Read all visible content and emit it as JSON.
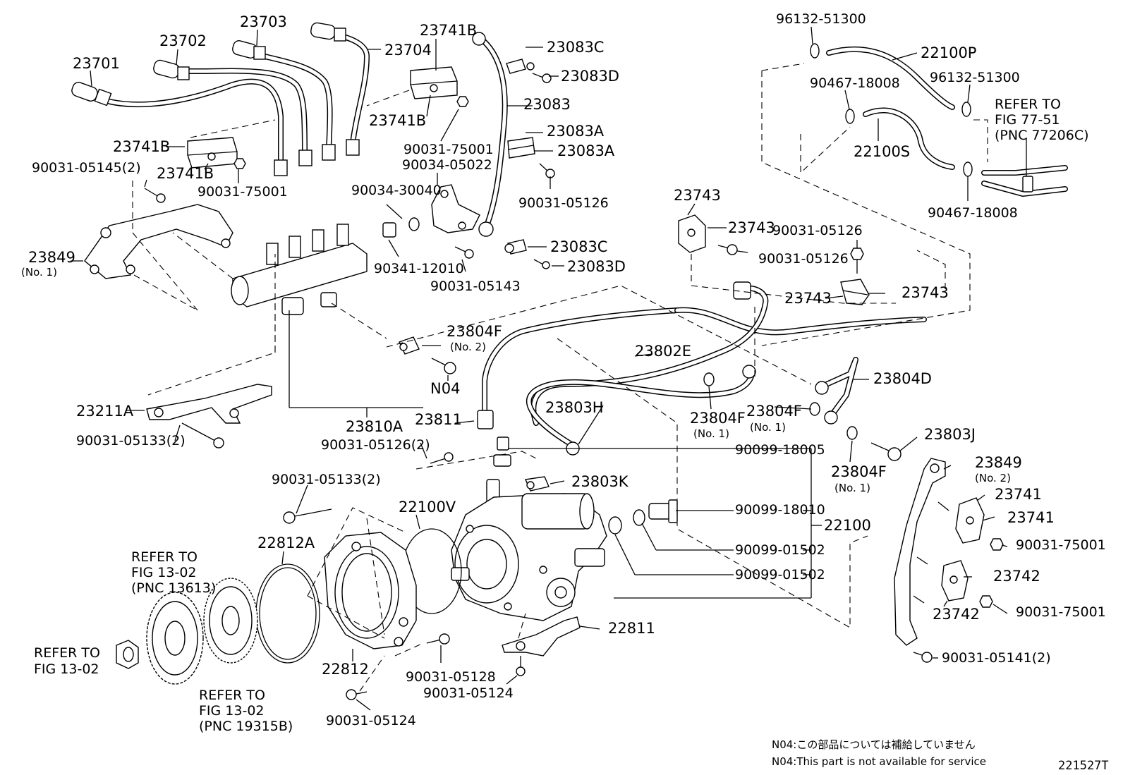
{
  "labels": {
    "p23701": "23701",
    "p23702": "23702",
    "p23703": "23703",
    "p23704": "23704",
    "p23741B_a": "23741B",
    "p23741B_b": "23741B",
    "p23741B_c": "23741B",
    "p23741B_d": "23741B",
    "p23083C_a": "23083C",
    "p23083D_a": "23083D",
    "p23083": "23083",
    "p23083A_a": "23083A",
    "p23083A_b": "23083A",
    "p23083C_b": "23083C",
    "p23083D_b": "23083D",
    "b90031_05145": "90031-05145(2)",
    "b90031_75001_a": "90031-75001",
    "b90031_75001_b": "90031-75001",
    "b90034_05022": "90034-05022",
    "b90034_30040": "90034-30040",
    "b90341_12010": "90341-12010",
    "b90031_05126_a": "90031-05126",
    "b90031_05143": "90031-05143",
    "p23849_1": "23849",
    "p23849_1_sub": "(No. 1)",
    "p23211A": "23211A",
    "b90031_05133_a": "90031-05133(2)",
    "p23804F_2": "23804F",
    "p23804F_2_sub": "(No. 2)",
    "n04": "N04",
    "p23810A": "23810A",
    "p23811": "23811",
    "b90031_05126_2": "90031-05126(2)",
    "b90031_05133_b": "90031-05133(2)",
    "p22100V": "22100V",
    "p22812A": "22812A",
    "ref1302_a_1": "REFER TO",
    "ref1302_a_2": "FIG 13-02",
    "ref1302_a_3": "(PNC 13613)",
    "ref1302_b_1": "REFER TO",
    "ref1302_b_2": "FIG 13-02",
    "ref1302_c_1": "REFER TO",
    "ref1302_c_2": "FIG 13-02",
    "ref1302_c_3": "(PNC 19315B)",
    "p22812": "22812",
    "b90031_05128": "90031-05128",
    "b90031_05124_a": "90031-05124",
    "b90031_05124_b": "90031-05124",
    "p22811": "22811",
    "p23803K": "23803K",
    "p23803H": "23803H",
    "p23802E": "23802E",
    "p23804F_1a": "23804F",
    "p23804F_1a_sub": "(No. 1)",
    "p23804F_1b": "23804F",
    "p23804F_1b_sub": "(No. 1)",
    "p23804F_1c": "23804F",
    "p23804F_1c_sub": "(No. 1)",
    "p23804D": "23804D",
    "p23803J": "23803J",
    "b90099_18005": "90099-18005",
    "b90099_18010": "90099-18010",
    "b90099_01502_a": "90099-01502",
    "b90099_01502_b": "90099-01502",
    "p22100": "22100",
    "p23743_a": "23743",
    "p23743_b": "23743",
    "p23743_c": "23743",
    "p23743_d": "23743",
    "b90031_05126_b": "90031-05126",
    "b90031_05126_c": "90031-05126",
    "b96132_51300_a": "96132-51300",
    "b96132_51300_b": "96132-51300",
    "p22100P": "22100P",
    "b90467_18008_a": "90467-18008",
    "b90467_18008_b": "90467-18008",
    "p22100S": "22100S",
    "ref7751_1": "REFER TO",
    "ref7751_2": "FIG 77-51",
    "ref7751_3": "(PNC 77206C)",
    "p23849_2": "23849",
    "p23849_2_sub": "(No. 2)",
    "p23741_a": "23741",
    "p23741_b": "23741",
    "b90031_75001_c": "90031-75001",
    "p23742_a": "23742",
    "p23742_b": "23742",
    "b90031_75001_d": "90031-75001",
    "b90031_05141": "90031-05141(2)"
  },
  "notes": {
    "jp": "N04:この部品については補給していません",
    "en": "N04:This part is not available for service"
  },
  "figure_number": "221527T"
}
